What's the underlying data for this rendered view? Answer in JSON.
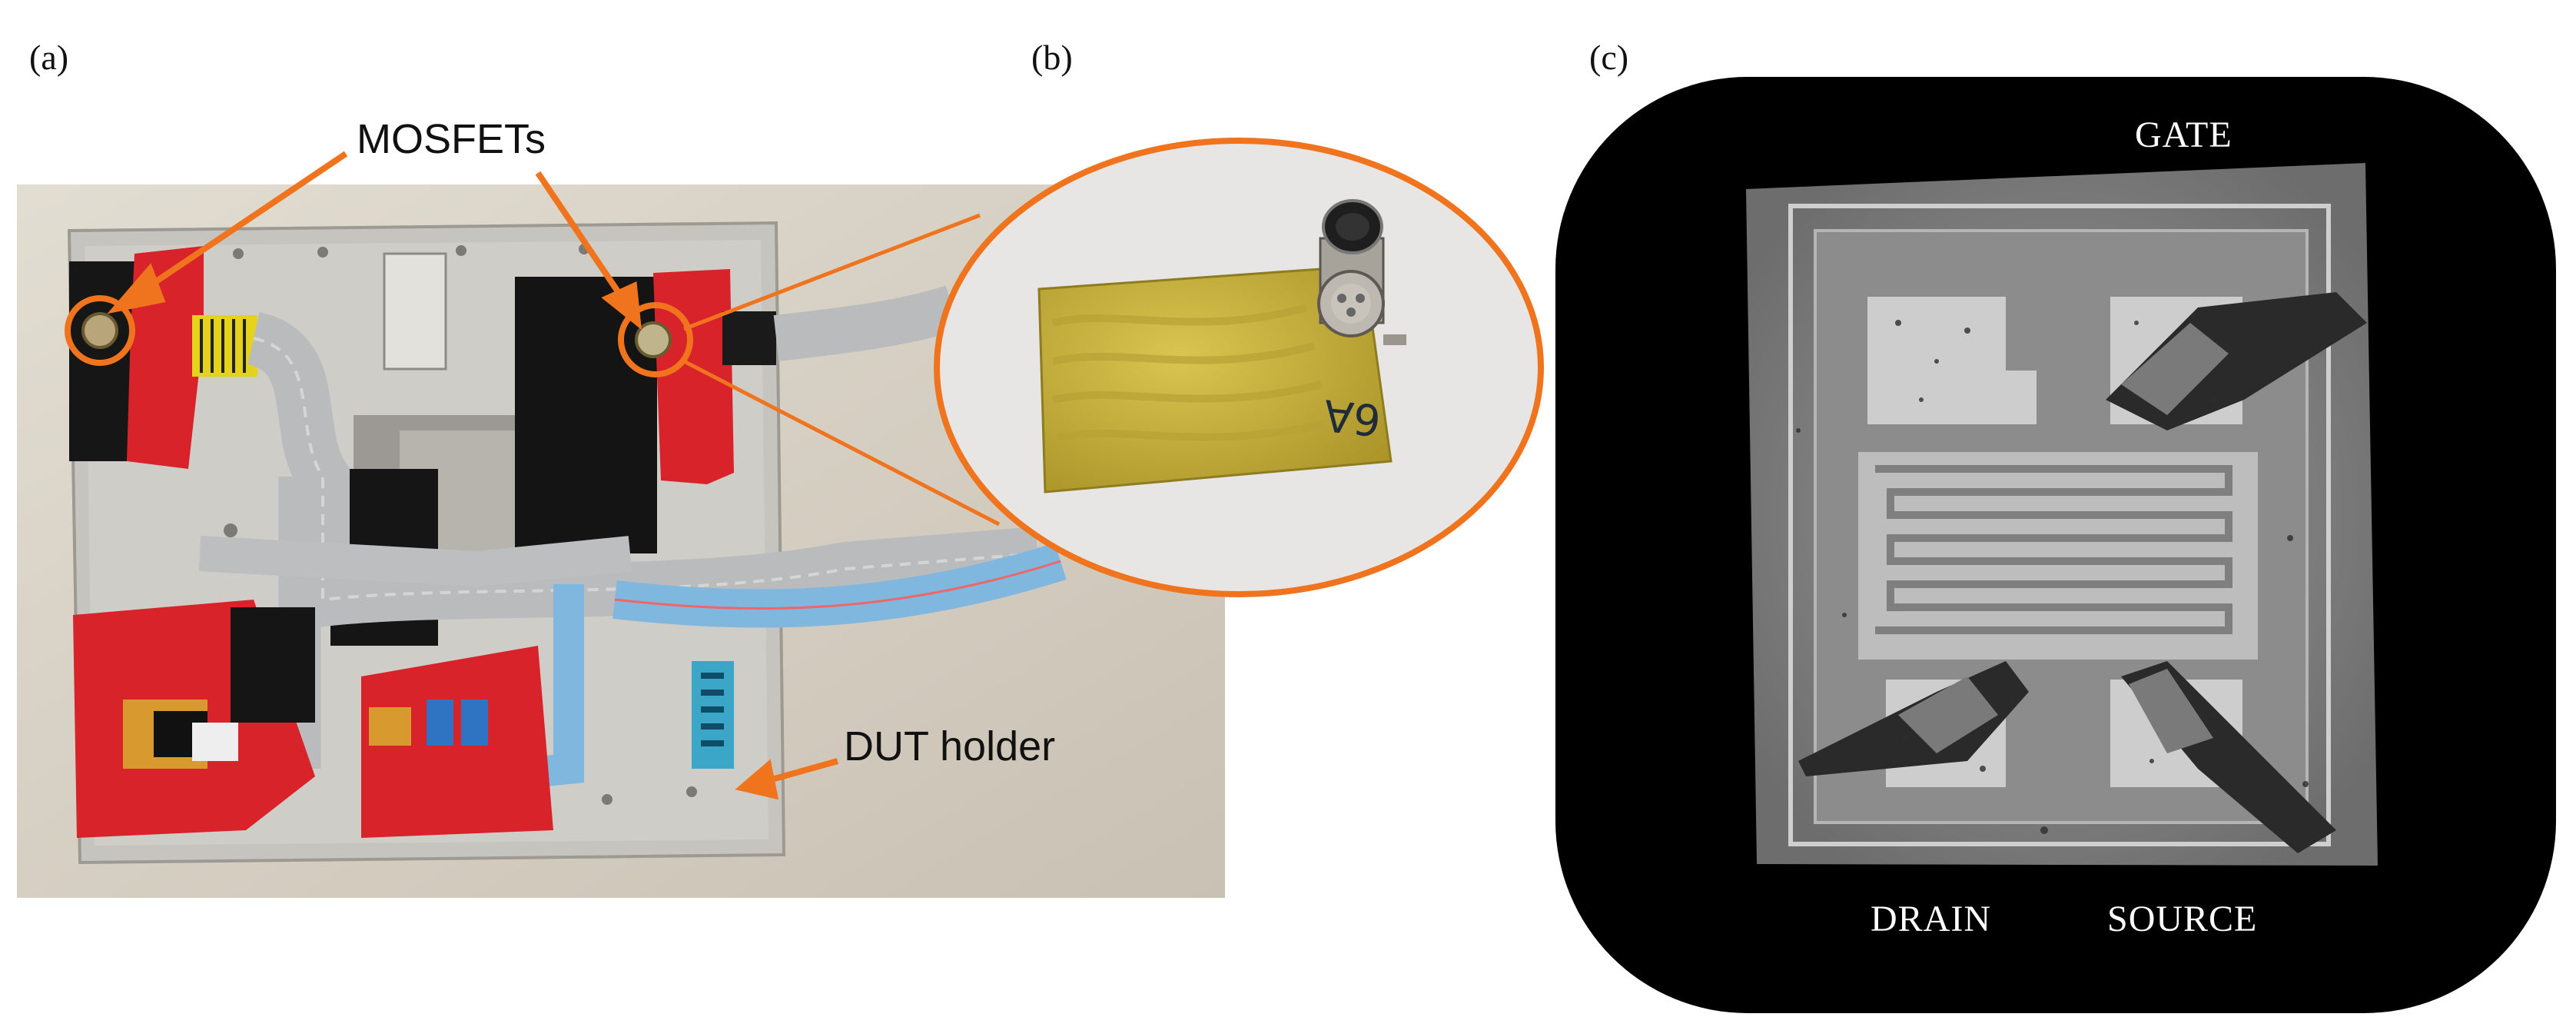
{
  "figure": {
    "panel_a": {
      "label": "(a)"
    },
    "panel_b": {
      "label": "(b)"
    },
    "panel_c": {
      "label": "(c)"
    },
    "annotations": {
      "mosfets": "MOSFETs",
      "dut_holder": "DUT holder"
    },
    "chip_labels": {
      "gate": "GATE",
      "drain": "DRAIN",
      "source": "SOURCE"
    },
    "pcb_handwriting": "6A",
    "colors": {
      "arrow": "#f0741e",
      "tape_red": "#e0202a",
      "tape_black": "#141414",
      "plate": "#c9c7c1",
      "ribbon": "#b9bbbd",
      "connector_blue": "#3ba6c8",
      "pcb": "#c8b33a",
      "chip_bg": "#000000"
    }
  }
}
